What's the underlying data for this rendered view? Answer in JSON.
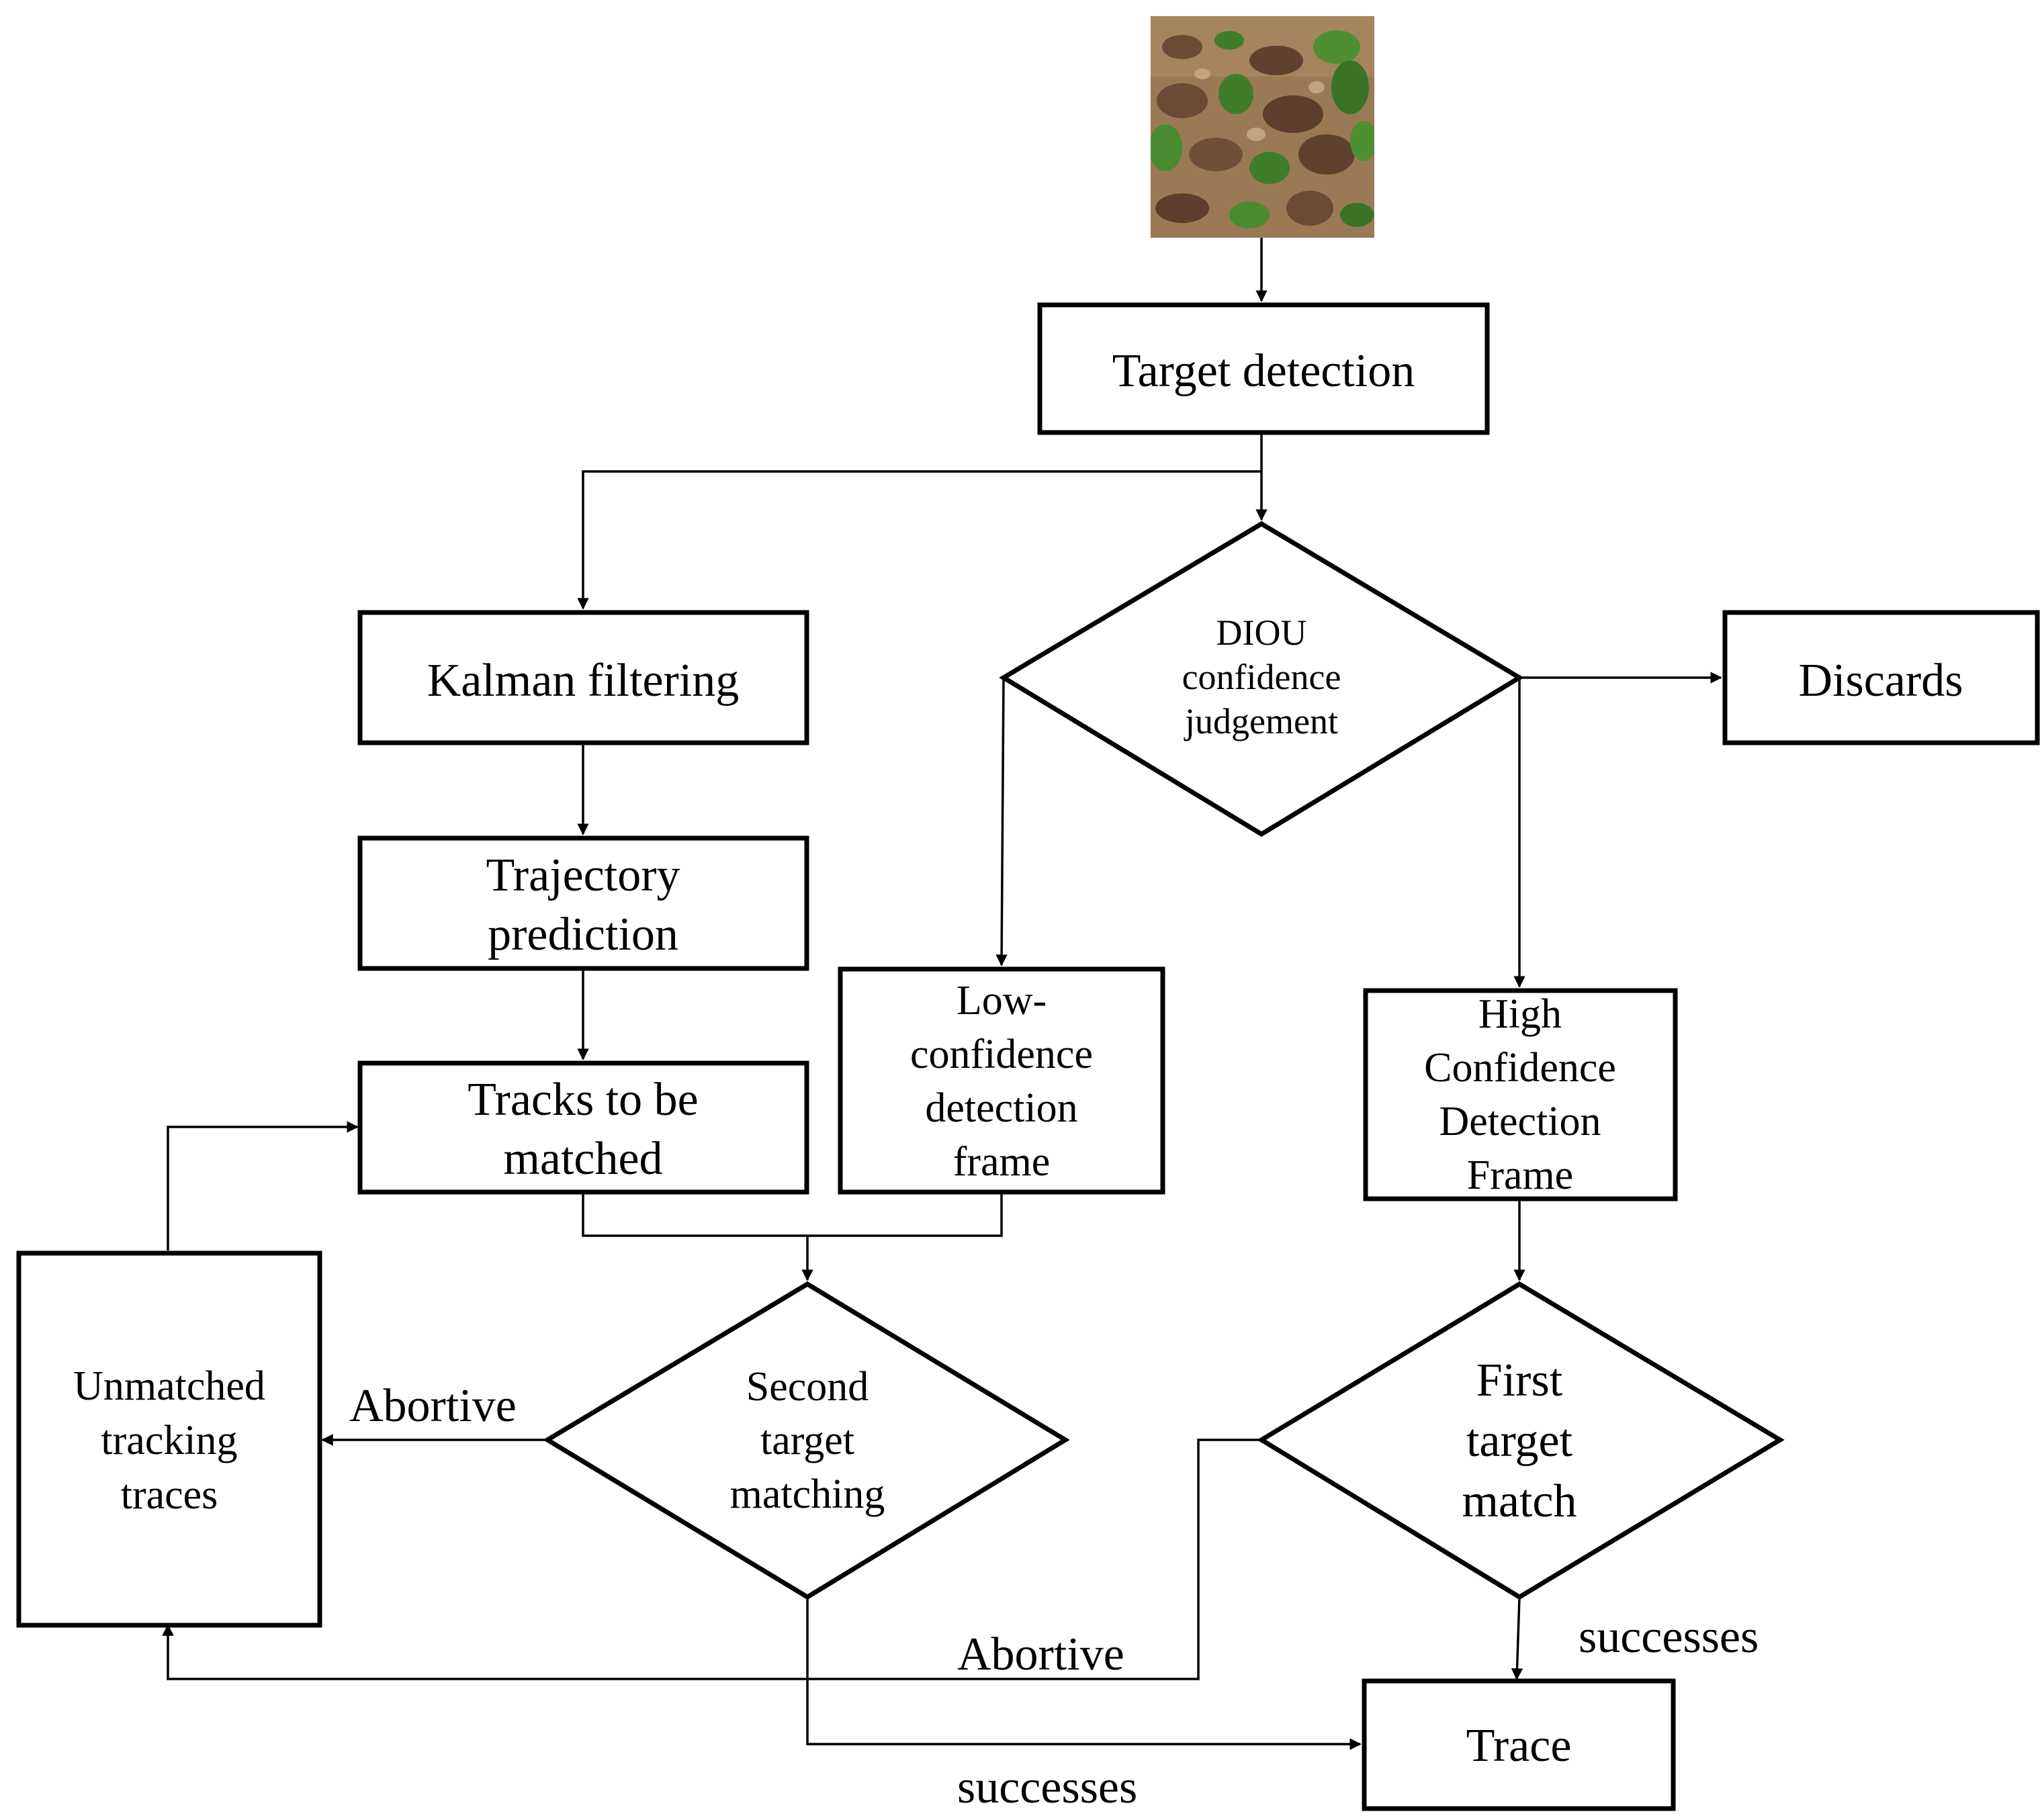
{
  "nodes": {
    "target_detection": "Target detection",
    "kalman_filtering": "Kalman filtering",
    "trajectory_prediction": [
      "Trajectory",
      "prediction"
    ],
    "tracks_to_be_matched": [
      "Tracks to be",
      "matched"
    ],
    "diou_judgement": [
      "DIOU",
      "confidence",
      "judgement"
    ],
    "discards": "Discards",
    "low_confidence_frame": [
      "Low-",
      "confidence",
      "detection",
      "frame"
    ],
    "high_confidence_frame": [
      "High",
      "Confidence",
      "Detection",
      "Frame"
    ],
    "unmatched_traces": [
      "Unmatched",
      "tracking",
      "traces"
    ],
    "second_matching": [
      "Second",
      "target",
      "matching"
    ],
    "first_match": [
      "First",
      "target",
      "match"
    ],
    "trace": "Trace"
  },
  "edges": {
    "abortive_second": "Abortive",
    "abortive_first": "Abortive",
    "successes_first": "successes",
    "successes_second": "successes"
  },
  "colors": {
    "stroke": "#000000",
    "background": "#ffffff",
    "photo_soil": "#9a7a55",
    "photo_leaf": "#3f7d2a"
  },
  "images": {
    "input_photo": "field-weed-photo"
  }
}
